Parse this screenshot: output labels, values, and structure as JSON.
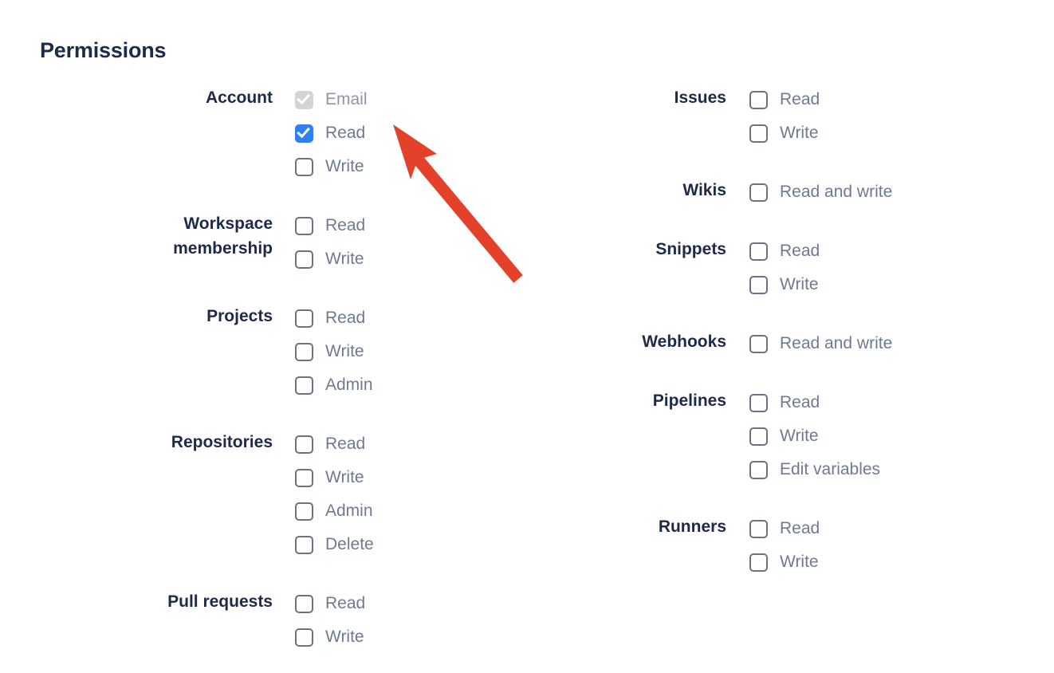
{
  "page": {
    "title": "Permissions",
    "heading_color": "#1e2a4a",
    "label_color": "#6d7b8f",
    "accent_color": "#2f7ff5",
    "disabled_color": "#d2d4d7",
    "cursor_color": "#e4412a"
  },
  "cursor": {
    "name": "arrow-pointer",
    "points_to": "Read checkbox under Account"
  },
  "columns": {
    "left": [
      {
        "label": "Account",
        "options": [
          {
            "label": "Email",
            "checked": true,
            "disabled": true
          },
          {
            "label": "Read",
            "checked": true,
            "disabled": false
          },
          {
            "label": "Write",
            "checked": false,
            "disabled": false
          }
        ]
      },
      {
        "label": "Workspace\nmembership",
        "options": [
          {
            "label": "Read",
            "checked": false,
            "disabled": false
          },
          {
            "label": "Write",
            "checked": false,
            "disabled": false
          }
        ]
      },
      {
        "label": "Projects",
        "options": [
          {
            "label": "Read",
            "checked": false,
            "disabled": false
          },
          {
            "label": "Write",
            "checked": false,
            "disabled": false
          },
          {
            "label": "Admin",
            "checked": false,
            "disabled": false
          }
        ]
      },
      {
        "label": "Repositories",
        "options": [
          {
            "label": "Read",
            "checked": false,
            "disabled": false
          },
          {
            "label": "Write",
            "checked": false,
            "disabled": false
          },
          {
            "label": "Admin",
            "checked": false,
            "disabled": false
          },
          {
            "label": "Delete",
            "checked": false,
            "disabled": false
          }
        ]
      },
      {
        "label": "Pull requests",
        "options": [
          {
            "label": "Read",
            "checked": false,
            "disabled": false
          },
          {
            "label": "Write",
            "checked": false,
            "disabled": false
          }
        ]
      }
    ],
    "right": [
      {
        "label": "Issues",
        "options": [
          {
            "label": "Read",
            "checked": false,
            "disabled": false
          },
          {
            "label": "Write",
            "checked": false,
            "disabled": false
          }
        ]
      },
      {
        "label": "Wikis",
        "options": [
          {
            "label": "Read and write",
            "checked": false,
            "disabled": false
          }
        ]
      },
      {
        "label": "Snippets",
        "options": [
          {
            "label": "Read",
            "checked": false,
            "disabled": false
          },
          {
            "label": "Write",
            "checked": false,
            "disabled": false
          }
        ]
      },
      {
        "label": "Webhooks",
        "options": [
          {
            "label": "Read and write",
            "checked": false,
            "disabled": false
          }
        ]
      },
      {
        "label": "Pipelines",
        "options": [
          {
            "label": "Read",
            "checked": false,
            "disabled": false
          },
          {
            "label": "Write",
            "checked": false,
            "disabled": false
          },
          {
            "label": "Edit variables",
            "checked": false,
            "disabled": false
          }
        ]
      },
      {
        "label": "Runners",
        "options": [
          {
            "label": "Read",
            "checked": false,
            "disabled": false
          },
          {
            "label": "Write",
            "checked": false,
            "disabled": false
          }
        ]
      }
    ]
  }
}
